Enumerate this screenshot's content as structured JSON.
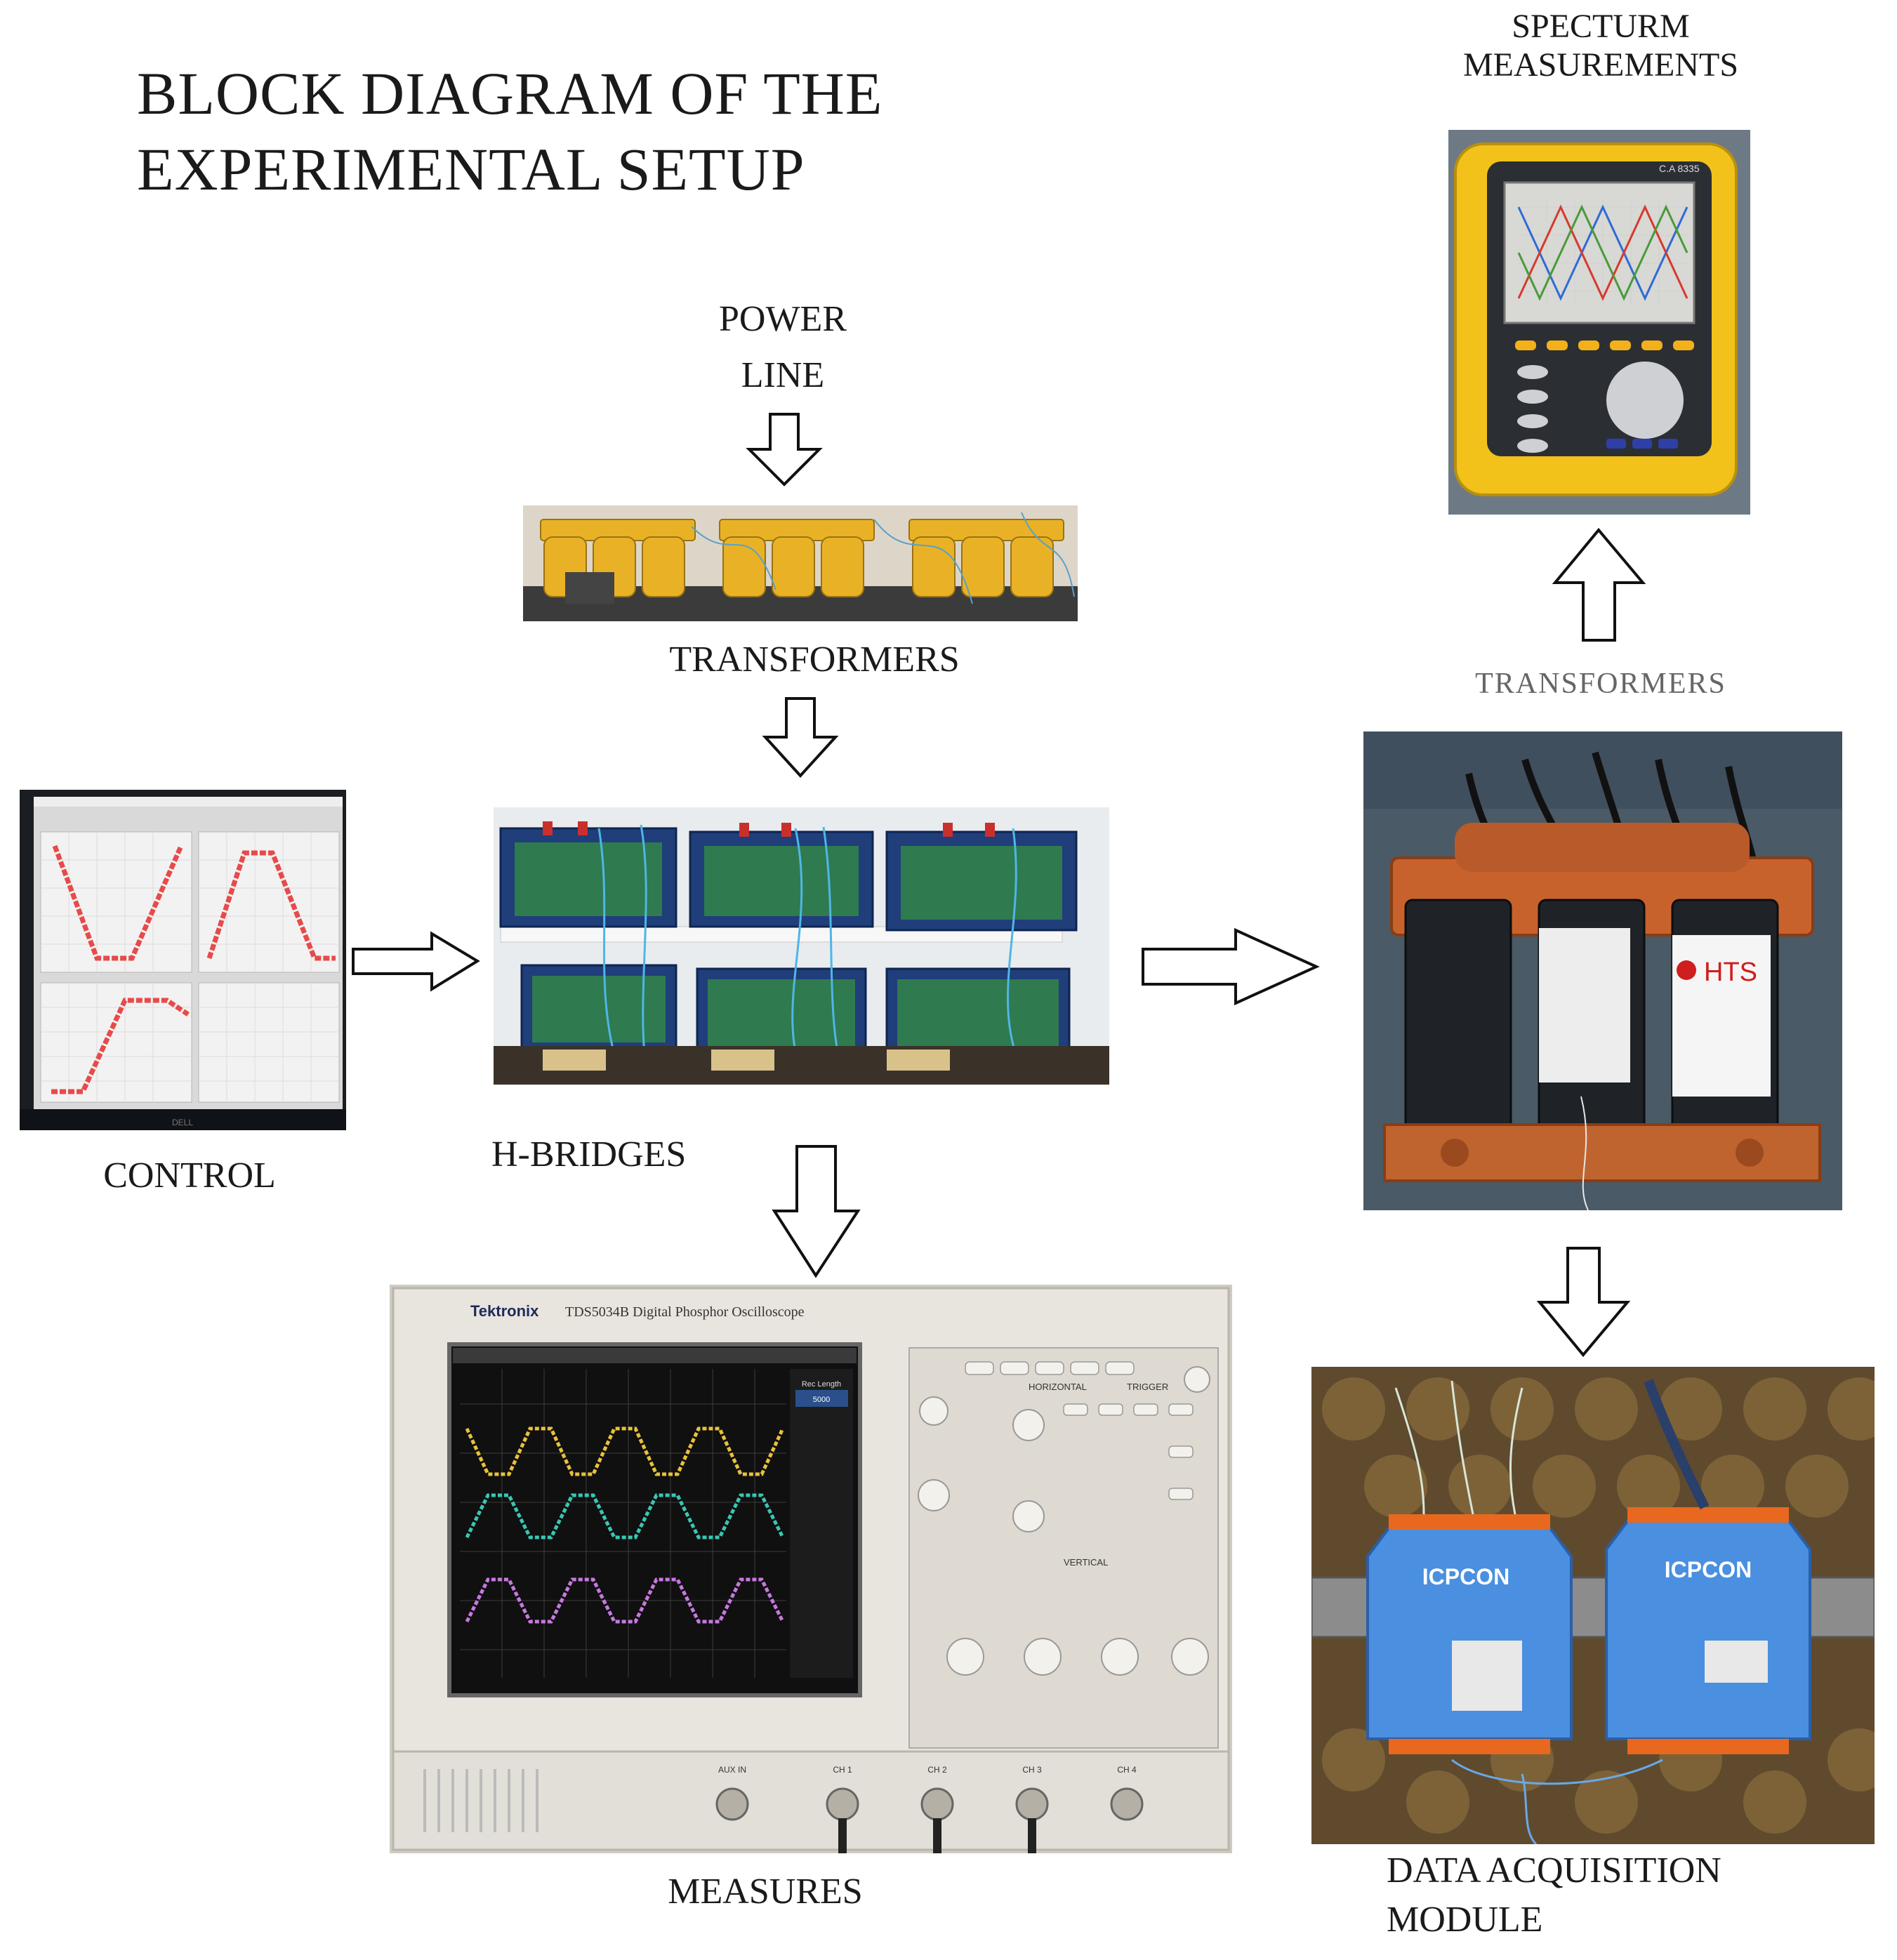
{
  "title": {
    "line1": "BLOCK DIAGRAM OF THE",
    "line2": "EXPERIMENTAL SETUP"
  },
  "labels": {
    "power_line_1": "POWER",
    "power_line_2": "LINE",
    "transformers_top": "TRANSFORMERS",
    "control": "CONTROL",
    "h_bridges": "H-BRIDGES",
    "measures": "MEASURES",
    "spectrum_1": "SPECTURM",
    "spectrum_2": "MEASUREMENTS",
    "transformers_right": "TRANSFORMERS",
    "daq_1": "DATA ACQUISITION",
    "daq_2": "MODULE"
  },
  "device_text": {
    "analyzer_model": "C.A 8335",
    "scope_brand": "Tektronix",
    "scope_model": "TDS5034B Digital Phosphor Oscilloscope",
    "scope_channels": [
      "AUX IN",
      "CH 1",
      "CH 2",
      "CH 3",
      "CH 4"
    ],
    "scope_sections": [
      "HORIZONTAL",
      "TRIGGER",
      "VERTICAL"
    ],
    "rec_length": "Rec Length",
    "rec_value": "5000",
    "hts_tag": "HTS",
    "daq_brand": "ICPCON",
    "dell": "DELL"
  },
  "colors": {
    "ch1": "#e8c23a",
    "ch2": "#39c7b3",
    "ch3": "#c779e0",
    "analyzer_yellow": "#f2c21a",
    "daq_blue": "#4a8fe0"
  }
}
